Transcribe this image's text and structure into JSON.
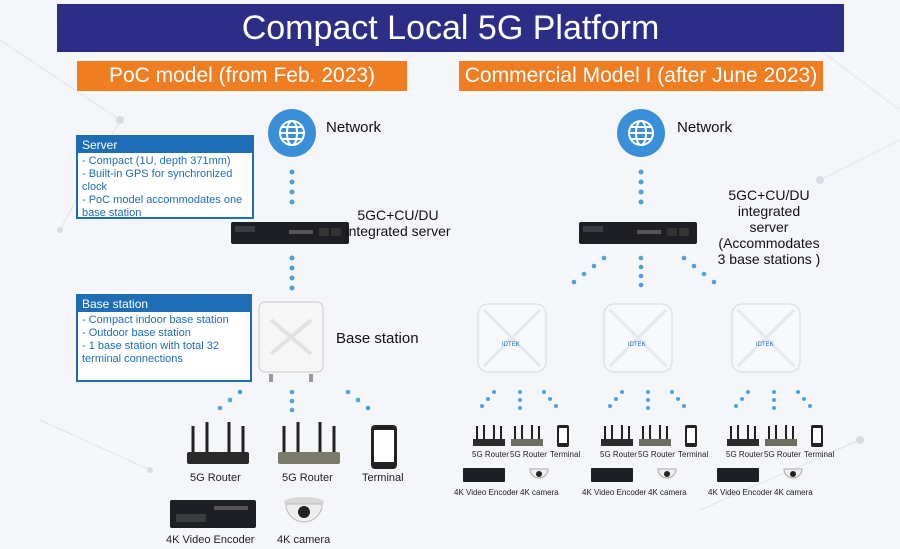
{
  "title": "Compact Local 5G Platform",
  "poc": {
    "tag": "PoC model (from Feb. 2023)",
    "network_label": "Network",
    "server_label": "5GC+CU/DU integrated server",
    "base_station_label": "Base station",
    "server_callout": {
      "header": "Server",
      "lines": [
        "- Compact (1U, depth 371mm)",
        "- Built-in GPS for synchronized clock",
        "- PoC model accommodates one base station"
      ]
    },
    "bs_callout": {
      "header": "Base station",
      "lines": [
        "- Compact indoor base station",
        "- Outdoor base station",
        "- 1 base station with total 32 terminal connections"
      ]
    },
    "devices": {
      "router1": "5G Router",
      "router2": "5G Router",
      "terminal": "Terminal",
      "encoder": "4K Video Encoder",
      "camera": "4K camera"
    }
  },
  "commercial": {
    "tag": "Commercial Model I (after June 2023)",
    "network_label": "Network",
    "server_label_1": "5GC+CU/DU",
    "server_label_2": "integrated",
    "server_label_3": "server",
    "server_label_4": "(Accommodates",
    "server_label_5": "3 base stations )",
    "ap_brand": "IDTEK",
    "devices": {
      "router1": "5G Router",
      "router2": "5G Router",
      "terminal": "Terminal",
      "encoder": "4K Video Encoder",
      "camera": "4K camera"
    }
  },
  "colors": {
    "title_bg": "#2b2d86",
    "tag_bg": "#ef7d22",
    "callout": "#1d6db7",
    "dots": "#4aa3df",
    "globe": "#3a8fd9"
  }
}
